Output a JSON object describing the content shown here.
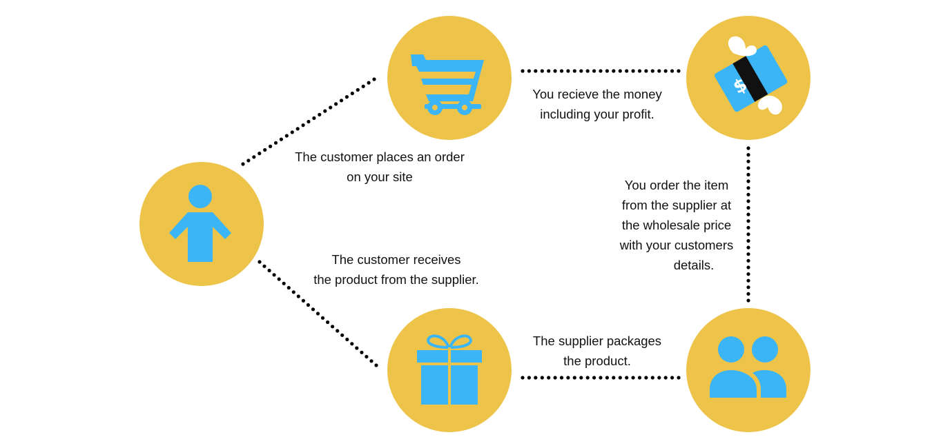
{
  "colors": {
    "circle": "#EDC34A",
    "icon": "#3BB5F5",
    "icon_dark": "#111111",
    "wing": "#FFFFFF",
    "connector": "#000000",
    "text": "#111111"
  },
  "nodes": [
    {
      "id": "customer",
      "icon": "person-icon"
    },
    {
      "id": "cart",
      "icon": "shopping-cart-icon"
    },
    {
      "id": "money",
      "icon": "flying-money-icon"
    },
    {
      "id": "supplier",
      "icon": "people-icon"
    },
    {
      "id": "gift",
      "icon": "gift-box-icon"
    }
  ],
  "labels": {
    "order": [
      "The customer places an order",
      "on your site"
    ],
    "money": [
      "You recieve the money",
      "including your profit."
    ],
    "supplier_order": [
      "You order the item",
      "from the supplier at",
      "the wholesale price",
      "with your customers",
      "details."
    ],
    "packages": [
      "The supplier packages",
      "the product."
    ],
    "receives": [
      "The customer receives",
      "the product from the supplier."
    ]
  }
}
